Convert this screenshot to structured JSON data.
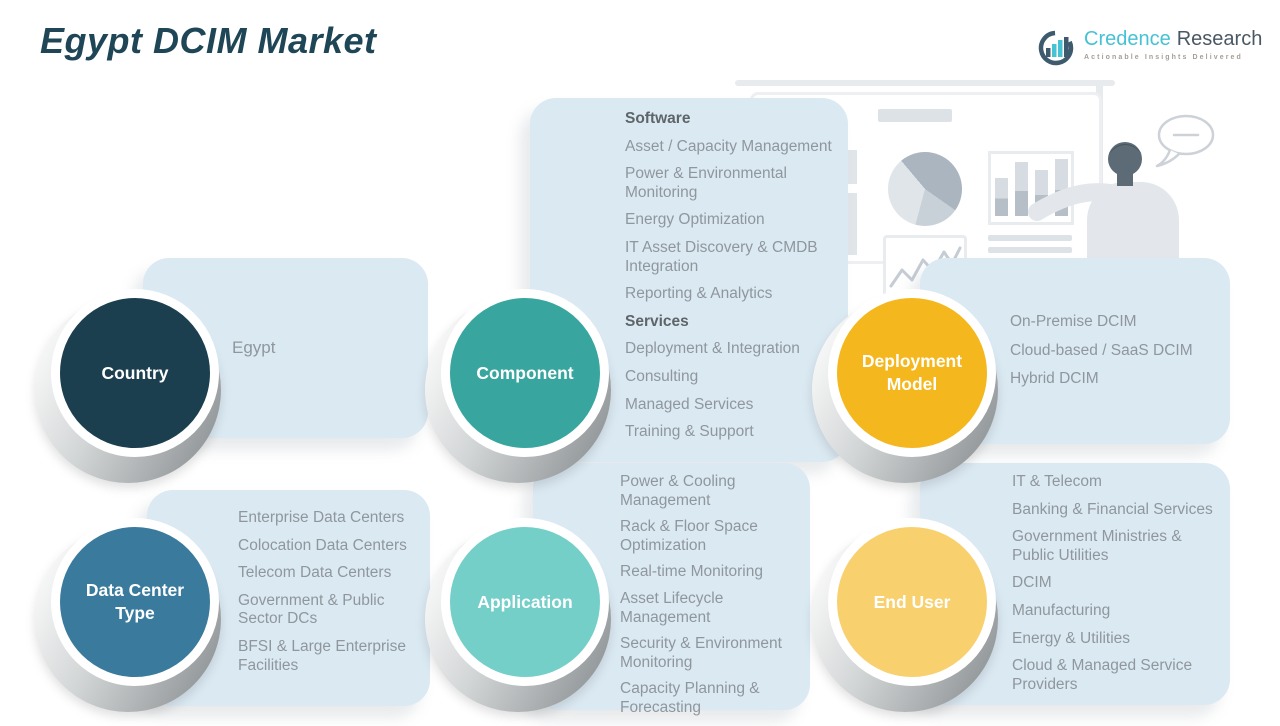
{
  "title": "Egypt DCIM Market",
  "logo": {
    "name_part1": "Credence",
    "name_part2": "Research",
    "tagline": "Actionable Insights Delivered",
    "teal": "#45c2d4",
    "dark": "#4a5864"
  },
  "colors": {
    "panel_bg": "#dbe9f3",
    "item_text": "#8f979d",
    "heading_text": "#5e6569",
    "title_text": "#1e4656"
  },
  "segments": {
    "country": {
      "label": "Country",
      "color": "#1c3f50",
      "items": [
        "Egypt"
      ]
    },
    "component": {
      "label": "Component",
      "color": "#38a69f",
      "items": [
        "Software",
        "Asset / Capacity Management",
        "Power & Environmental Monitoring",
        "Energy Optimization",
        "IT Asset Discovery & CMDB Integration",
        "Reporting & Analytics",
        "Services",
        "Deployment & Integration",
        "Consulting",
        "Managed Services",
        "Training & Support"
      ]
    },
    "deployment_model": {
      "label": "Deployment Model",
      "color": "#f5b71e",
      "items": [
        "On-Premise DCIM",
        "Cloud-based / SaaS DCIM",
        "Hybrid DCIM"
      ]
    },
    "data_center_type": {
      "label": "Data Center Type",
      "color": "#3a7b9d",
      "items": [
        "Enterprise Data Centers",
        "Colocation Data Centers",
        "Telecom Data Centers",
        "Government & Public Sector DCs",
        "BFSI & Large Enterprise Facilities"
      ]
    },
    "application": {
      "label": "Application",
      "color": "#74cfc9",
      "items": [
        "Power & Cooling Management",
        "Rack & Floor Space Optimization",
        "Real-time Monitoring",
        "Asset Lifecycle Management",
        "Security & Environment Monitoring",
        "Capacity Planning & Forecasting"
      ]
    },
    "end_user": {
      "label": "End User",
      "color": "#f8d06e",
      "items": [
        "IT & Telecom",
        "Banking & Financial Services",
        "Government Ministries & Public Utilities",
        "DCIM",
        "Manufacturing",
        "Energy & Utilities",
        "Cloud & Managed Service Providers"
      ]
    }
  }
}
